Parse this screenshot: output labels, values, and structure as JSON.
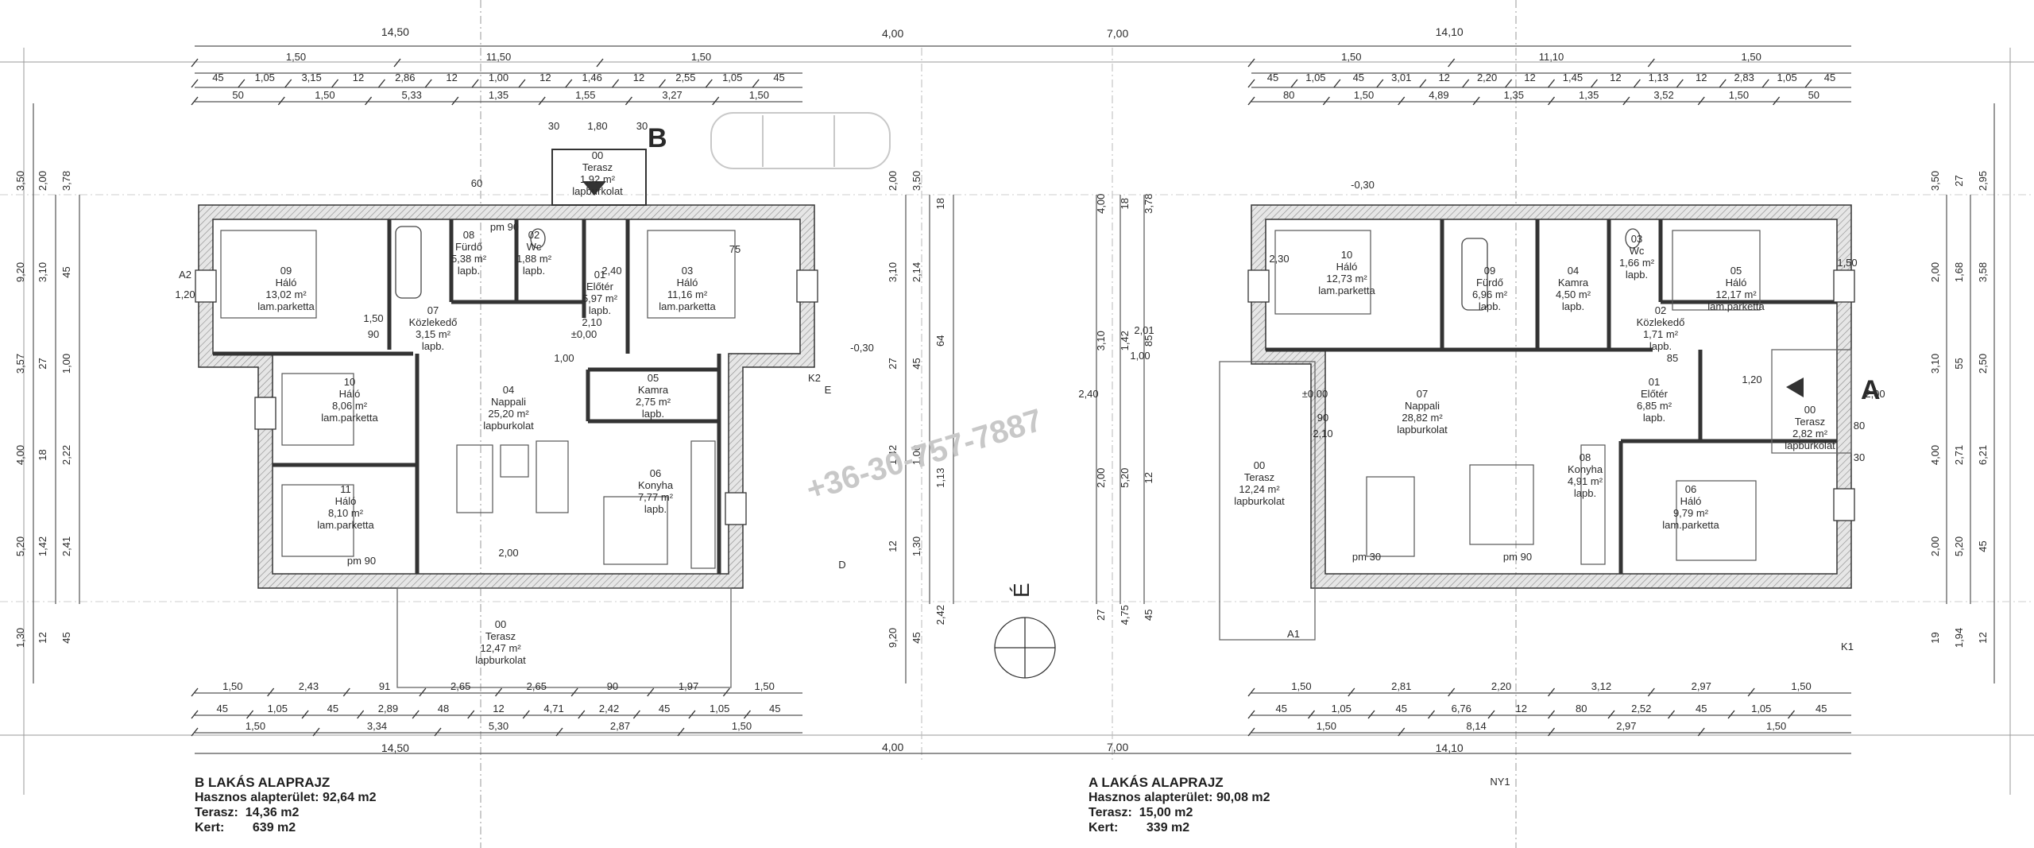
{
  "phone_watermark": "+36-30-757-7887",
  "plans": [
    {
      "id": "B",
      "title": "B LAKÁS ALAPRAJZ",
      "summary": [
        {
          "label": "Hasznos alapterület:",
          "value": "92,64 m2"
        },
        {
          "label": "Terasz:",
          "value": "14,36 m2"
        },
        {
          "label": "Kert:",
          "value": "639 m2"
        }
      ],
      "section_marker": "B",
      "rooms": [
        {
          "num": "00",
          "name": "Terasz",
          "area": "1,92 m²",
          "finish": "lapburkolat"
        },
        {
          "num": "09",
          "name": "Háló",
          "area": "13,02 m²",
          "finish": "lam.parketta"
        },
        {
          "num": "08",
          "name": "Fürdő",
          "area": "5,38 m²",
          "finish": "lapb."
        },
        {
          "num": "02",
          "name": "Wc",
          "area": "1,88 m²",
          "finish": "lapb."
        },
        {
          "num": "01",
          "name": "Előtér",
          "area": "5,97 m²",
          "finish": "lapb."
        },
        {
          "num": "03",
          "name": "Háló",
          "area": "11,16 m²",
          "finish": "lam.parketta"
        },
        {
          "num": "07",
          "name": "Közlekedő",
          "area": "3,15 m²",
          "finish": "lapb."
        },
        {
          "num": "10",
          "name": "Háló",
          "area": "8,06 m²",
          "finish": "lam.parketta"
        },
        {
          "num": "04",
          "name": "Nappali",
          "area": "25,20 m²",
          "finish": "lapburkolat"
        },
        {
          "num": "05",
          "name": "Kamra",
          "area": "2,75 m²",
          "finish": "lapb."
        },
        {
          "num": "06",
          "name": "Konyha",
          "area": "7,77 m²",
          "finish": "lapb."
        },
        {
          "num": "11",
          "name": "Háló",
          "area": "8,10 m²",
          "finish": "lam.parketta"
        },
        {
          "num": "00",
          "name": "Terasz",
          "area": "12,47 m²",
          "finish": "lapburkolat"
        }
      ],
      "top_dims": {
        "row0": "14,50",
        "row1": [
          "1,50",
          "11,50",
          "1,50"
        ],
        "row2": [
          "45",
          "1,05",
          "3,15",
          "12",
          "2,86",
          "12",
          "1,00",
          "12",
          "1,46",
          "12",
          "2,55",
          "1,05",
          "45"
        ],
        "row3": [
          "50",
          "1,50",
          "5,33",
          "1,35",
          "1,55",
          "3,27",
          "1,50"
        ]
      },
      "bottom_dims": {
        "row1": [
          "1,50",
          "2,43",
          "91",
          "2,65",
          "2,65",
          "90",
          "1,97",
          "1,50"
        ],
        "row2": [
          "45",
          "1,05",
          "45",
          "2,89",
          "48",
          "12",
          "4,71",
          "2,42",
          "45",
          "1,05",
          "45"
        ],
        "row3": [
          "1,50",
          "3,34",
          "5,30",
          "2,87",
          "1,50"
        ],
        "row4": "14,50"
      },
      "left_dims": [
        "3,50",
        "9,20",
        "3,57",
        "4,00",
        "5,20",
        "1,30",
        "2,00",
        "3,10",
        "27",
        "18",
        "1,42",
        "12",
        "3,78",
        "45",
        "1,00",
        "2,22",
        "2,41",
        "45"
      ],
      "right_dims": [
        "2,00",
        "3,10",
        "27",
        "1,42",
        "12",
        "9,20",
        "3,50",
        "2,14",
        "45",
        "1,00",
        "1,30",
        "45",
        "18",
        "64",
        "1,13",
        "2,42"
      ],
      "misc_labels": [
        "30",
        "1,80",
        "30",
        "60",
        "pm 90",
        "±0,00",
        "-0,30",
        "K2",
        "D",
        "E",
        "A2",
        "1,20",
        "1,50",
        "90",
        "2,10",
        "2,40",
        "1,00",
        "75",
        "2,00",
        "pm 90"
      ]
    },
    {
      "id": "A",
      "title": "A LAKÁS ALAPRAJZ",
      "summary": [
        {
          "label": "Hasznos alapterület:",
          "value": "90,08 m2"
        },
        {
          "label": "Terasz:",
          "value": "15,00 m2"
        },
        {
          "label": "Kert:",
          "value": "339 m2"
        }
      ],
      "section_marker": "A",
      "rooms": [
        {
          "num": "10",
          "name": "Háló",
          "area": "12,73 m²",
          "finish": "lam.parketta"
        },
        {
          "num": "09",
          "name": "Fürdő",
          "area": "6,96 m²",
          "finish": "lapb."
        },
        {
          "num": "04",
          "name": "Kamra",
          "area": "4,50 m²",
          "finish": "lapb."
        },
        {
          "num": "03",
          "name": "Wc",
          "area": "1,66 m²",
          "finish": "lapb."
        },
        {
          "num": "05",
          "name": "Háló",
          "area": "12,17 m²",
          "finish": "lam.parketta"
        },
        {
          "num": "02",
          "name": "Közlekedő",
          "area": "1,71 m²",
          "finish": "lapb."
        },
        {
          "num": "07",
          "name": "Nappali",
          "area": "28,82 m²",
          "finish": "lapburkolat"
        },
        {
          "num": "01",
          "name": "Előtér",
          "area": "6,85 m²",
          "finish": "lapb."
        },
        {
          "num": "00",
          "name": "Terasz",
          "area": "2,82 m²",
          "finish": "lapburkolat"
        },
        {
          "num": "00",
          "name": "Terasz",
          "area": "12,24 m²",
          "finish": "lapburkolat"
        },
        {
          "num": "08",
          "name": "Konyha",
          "area": "4,91 m²",
          "finish": "lapb."
        },
        {
          "num": "06",
          "name": "Háló",
          "area": "9,79 m²",
          "finish": "lam.parketta"
        }
      ],
      "top_dims": {
        "row0": "14,10",
        "row1": [
          "1,50",
          "11,10",
          "1,50"
        ],
        "row2": [
          "45",
          "1,05",
          "45",
          "3,01",
          "12",
          "2,20",
          "12",
          "1,45",
          "12",
          "1,13",
          "12",
          "2,83",
          "1,05",
          "45"
        ],
        "row3": [
          "80",
          "1,50",
          "4,89",
          "1,35",
          "1,35",
          "3,52",
          "1,50",
          "50"
        ]
      },
      "bottom_dims": {
        "row1": [
          "1,50",
          "2,81",
          "2,20",
          "3,12",
          "2,97",
          "1,50"
        ],
        "row2": [
          "45",
          "1,05",
          "45",
          "6,76",
          "12",
          "80",
          "2,52",
          "45",
          "1,05",
          "45"
        ],
        "row3": [
          "1,50",
          "8,14",
          "2,97",
          "1,50"
        ],
        "row4": "14,10"
      },
      "left_dims": [
        "4,00",
        "3,10",
        "2,00",
        "27",
        "18",
        "1,42",
        "5,20",
        "4,75",
        "3,78",
        "85",
        "12",
        "45"
      ],
      "right_dims": [
        "3,50",
        "2,00",
        "3,10",
        "4,00",
        "2,00",
        "19",
        "27",
        "1,68",
        "55",
        "2,71",
        "5,20",
        "1,94",
        "2,95",
        "3,58",
        "2,50",
        "6,21",
        "45",
        "12"
      ],
      "misc_labels": [
        "-0,30",
        "±0,00",
        "pm 30",
        "pm 90",
        "2,30",
        "85",
        "A1",
        "K1",
        "NY1",
        "2,00",
        "2,40",
        "90",
        "2,10",
        "2,01",
        "1,00",
        "1,20",
        "1,50",
        "80",
        "30"
      ]
    }
  ],
  "between_dims": {
    "left": "4,00",
    "right": "7,00"
  },
  "north_marker": "É"
}
